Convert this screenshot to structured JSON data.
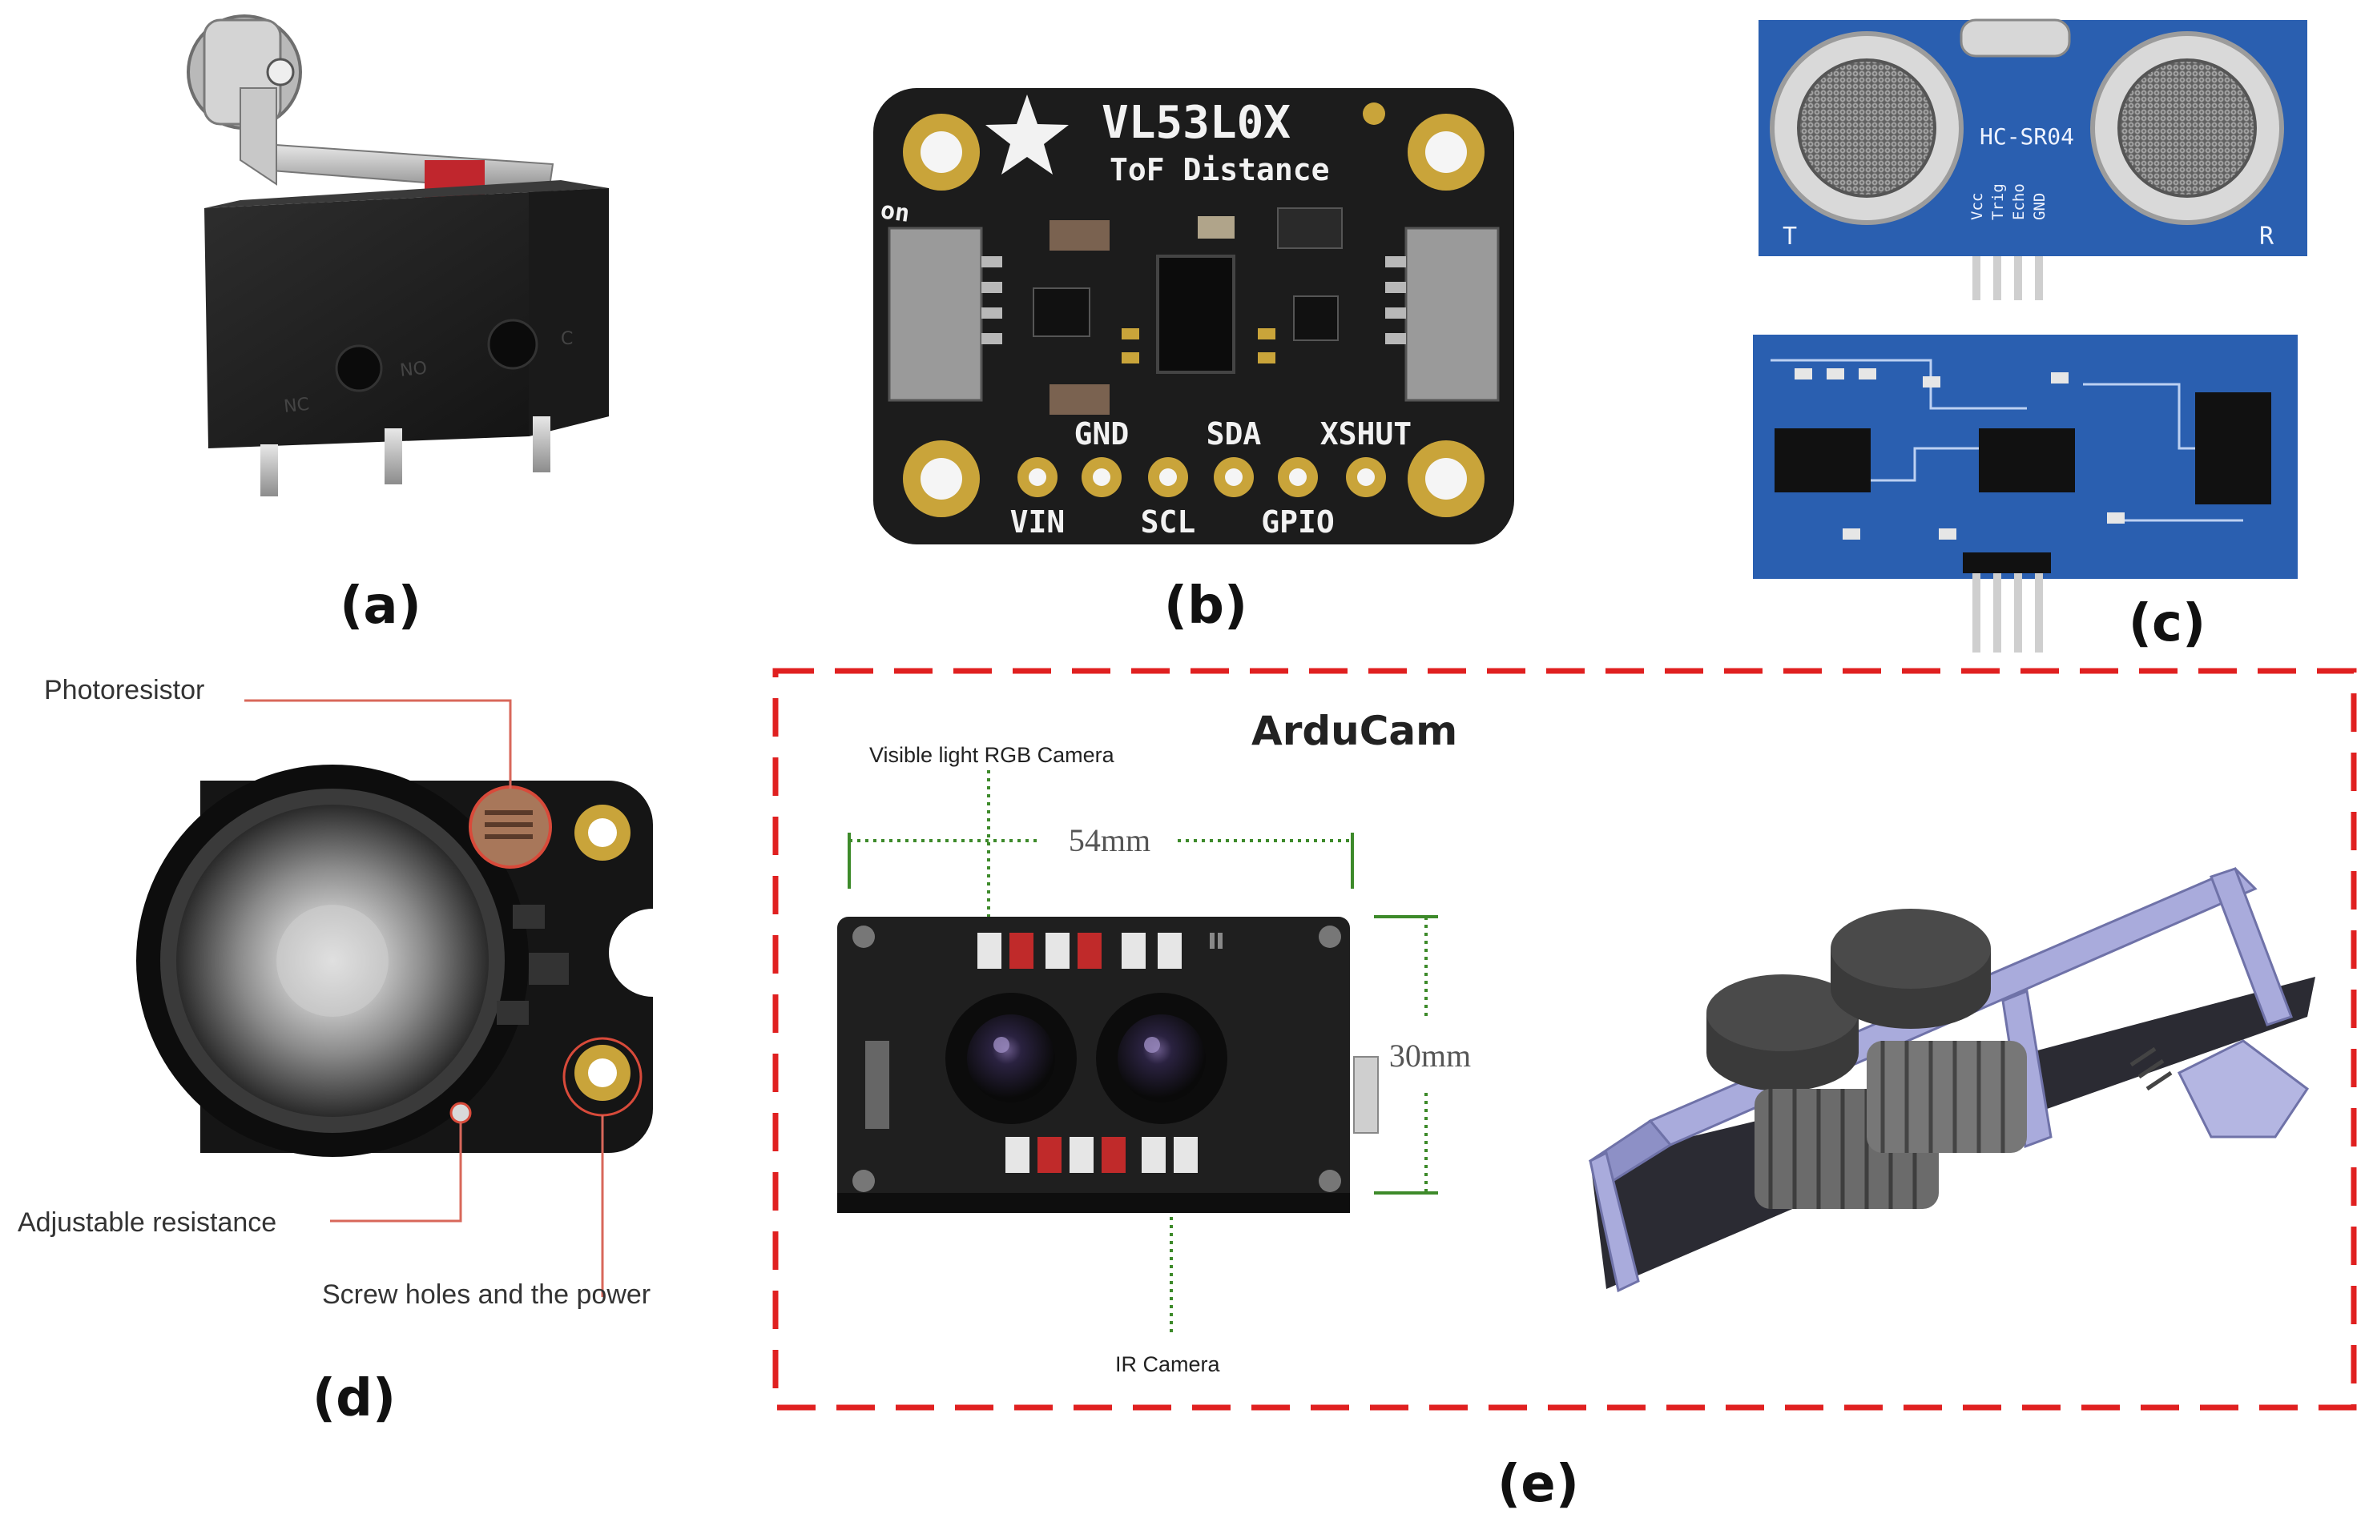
{
  "panels": {
    "a": {
      "label": "(a)"
    },
    "b": {
      "label": "(b)",
      "board_title": "VL53L0X",
      "board_subtitle": "ToF Distance",
      "on_mark": "on",
      "pins_top": [
        "GND",
        "SDA",
        "XSHUT"
      ],
      "pins_bottom": [
        "VIN",
        "SCL",
        "GPIO"
      ]
    },
    "c": {
      "label": "(c)",
      "module_name": "HC-SR04",
      "left_mark": "T",
      "right_mark": "R",
      "pins": [
        "Vcc",
        "Trig",
        "Echo",
        "GND"
      ]
    },
    "d": {
      "label": "(d)",
      "callout_photoresistor": "Photoresistor",
      "callout_adjustable": "Adjustable resistance",
      "callout_screw": "Screw holes and the power"
    },
    "e": {
      "label": "(e)",
      "brand": "ArduCam",
      "rgb_camera": "Visible light RGB Camera",
      "ir_camera": "IR Camera",
      "width_dim": "54mm",
      "height_dim": "30mm"
    }
  },
  "colors": {
    "pcb_black": "#1c1c1c",
    "pcb_blue": "#2a5fb0",
    "gold": "#c9a43a",
    "dash_red": "#e02020",
    "dim_green": "#3d8a2a",
    "frame_lavender": "#a9abdc"
  }
}
